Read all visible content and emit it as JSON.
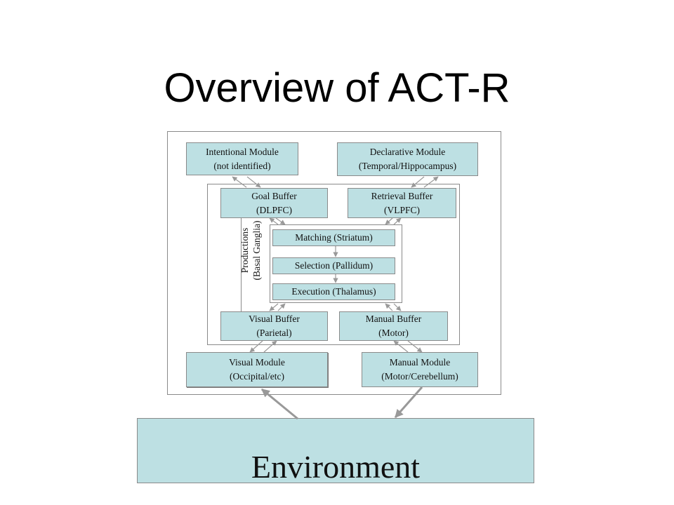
{
  "title": "Overview of ACT-R",
  "modules": {
    "intentional": {
      "name": "Intentional Module",
      "region": "(not identified)"
    },
    "declarative": {
      "name": "Declarative Module",
      "region": "(Temporal/Hippocampus)"
    },
    "visual": {
      "name": "Visual Module",
      "region": "(Occipital/etc)"
    },
    "manual": {
      "name": "Manual Module",
      "region": "(Motor/Cerebellum)"
    }
  },
  "buffers": {
    "goal": {
      "name": "Goal Buffer",
      "region": "(DLPFC)"
    },
    "retrieval": {
      "name": "Retrieval Buffer",
      "region": "(VLPFC)"
    },
    "visual": {
      "name": "Visual Buffer",
      "region": "(Parietal)"
    },
    "manual": {
      "name": "Manual Buffer",
      "region": "(Motor)"
    }
  },
  "productions": {
    "label": "Productions",
    "region": "(Basal Ganglia)",
    "stages": [
      "Matching (Striatum)",
      "Selection (Pallidum)",
      "Execution (Thalamus)"
    ]
  },
  "environment": "Environment",
  "colors": {
    "box_fill": "#bde0e3",
    "border": "#8a8a8a",
    "arrow": "#999999"
  }
}
